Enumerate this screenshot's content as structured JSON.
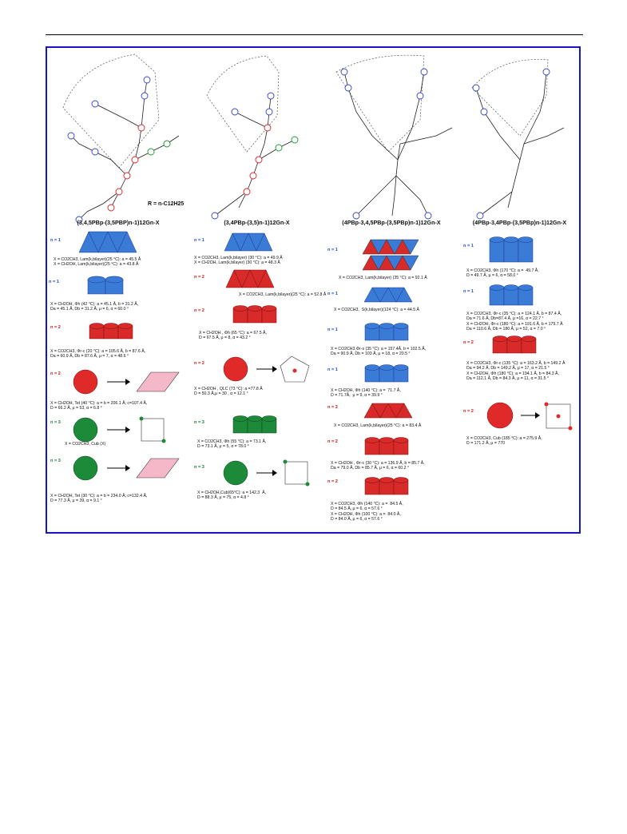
{
  "r_group": "R = n-C12H25",
  "columns": [
    {
      "title": "(3,4,5PBp-(3,5PBP)n-1)12Gn-X",
      "entries": [
        {
          "n": "n = 1",
          "color": "b",
          "shape": "tri-blue",
          "text": "X = CO2CH3, Lam(k,bilayer)(25 °C): a = 45.5 Å\nX = CH2OH, Lam(k,bilayer)(25 °C): a = 43.8 Å"
        },
        {
          "n": "n = 1",
          "color": "b",
          "shape": "col-blue",
          "text": "X = CH2OH, Φh (42 °C): a = 45.1 Å, b = 31.2 Å,\nDa = 45.1 Å, Db = 31.2 Å, μ = 6, α = 60.0 °"
        },
        {
          "n": "n = 2",
          "color": "r",
          "shape": "col-red",
          "text": "X = CO2CH3, Φr-c (20 °C): a = 105.6 Å, b = 87.6 Å,\nDa = 60.9 Å, Db = 87.6 Å, μ = 7, α = 48.6 °"
        },
        {
          "n": "n = 2",
          "color": "r",
          "shape": "sph-red-tet",
          "text": "X = CH2OH, Tet (40 °C): a = b = 206.1 Å; c=107.4 Å,\nD = 66.2 Å, μ = 53, α = 6.8 °"
        },
        {
          "n": "n = 3",
          "color": "g",
          "shape": "sph-green-cub",
          "text": "X = CO2CH3, Cub (X)"
        },
        {
          "n": "n = 3",
          "color": "g",
          "shape": "sph-green-tet",
          "text": "X = CH2OH, Tet (30 °C): a = b = 234.0 Å; c=132.4 Å,\nD = 77.3 Å, μ = 39, α = 9.1 °"
        }
      ]
    },
    {
      "title": "(3,4PBp-(3,5)n-1)12Gn-X",
      "entries": [
        {
          "n": "n = 1",
          "color": "b",
          "shape": "tri-blue",
          "text": "X = CO2CH3, Lam(k,bilayer) (30 °C): a = 49.9 Å\nX = CH2OH, Lam(k,bilayer) (30 °C): a = 48.3 Å"
        },
        {
          "n": "n = 2",
          "color": "r",
          "shape": "tri-red",
          "text": "X = CO2CH3, Lam(k,bilayer)(25 °C): a = 52.8 Å"
        },
        {
          "n": "n = 2",
          "color": "r",
          "shape": "col-red",
          "text": "X = CH2OH , Φh (65 °C): a = 67.5 Å,\nD = 67.5 Å, μ = 8, α = 43.2 °"
        },
        {
          "n": "n = 2",
          "color": "r",
          "shape": "sph-red-qlc",
          "text": "X = CH2OH , QLC (73 °C): a =77.8 Å\nD = 50.3 Å,μ = 30 , α = 12.1 °"
        },
        {
          "n": "n = 3",
          "color": "g",
          "shape": "col-green",
          "text": "X = CO2CH3, Φh (55 °C): a = 73.1 Å,\nD = 73.1 Å, μ = 5, α = 78.0 °"
        },
        {
          "n": "n = 3",
          "color": "g",
          "shape": "sph-green-cub",
          "text": "X = CH2OH,Cub(65°C): a = 142.3  Å,\nD = 88.3 Å, μ = 75, α = 4.8 °"
        }
      ]
    },
    {
      "title": "(4PBp-3,4,5PBp-(3,5PBp)n-1)12Gn-X",
      "entries": [
        {
          "n": "n = 1",
          "color": "b",
          "shape": "tri-mixed",
          "text": "X = CO2CH3, Lam(k,bilayer) (35 °C): a = 92.1 Å"
        },
        {
          "n": "n = 1",
          "color": "b",
          "shape": "tri-blue-small",
          "text": "X = CO2CH3,  S(k,bilayer)(124 °C): a = 44.5 Å"
        },
        {
          "n": "n = 1",
          "color": "b",
          "shape": "col-blue",
          "text": "X = CO2CH3,Φr-s (35 °C): a = 157.4Å, b = 102.5 Å,\nDa = 90.9 Å, Db = 103 Å, μ = 18, α = 20.5 °"
        },
        {
          "n": "n = 1",
          "color": "b",
          "shape": "col-blue",
          "text": "X = CH2OH, Φh (140 °C): a =  71.7 Å,\nD = 71.7Å,  μ = 9, α = 39.9 °"
        },
        {
          "n": "n = 2",
          "color": "r",
          "shape": "tri-red",
          "text": "X = CO2CH3, Lam(k,bilayer)(25 °C): a = 83.4 Å"
        },
        {
          "n": "n = 2",
          "color": "r",
          "shape": "col-red",
          "text": "X = CH2OH , Φr-c (30 °C): a = 136.9 Å, b = 85.7 Å,\nDa = 79.0 Å, Db = 85.7 Å, μ = 6, α = 60.2 °"
        },
        {
          "n": "n = 2",
          "color": "r",
          "shape": "col-red",
          "text": "X = CO2CH3, Φh (140 °C): a =  84.5 Å,\nD = 84.5 Å, μ = 6, α = 57.6 °\nX = CH2OH, Φh (100 °C): a =  84.0 Å,\nD = 84.0 Å, μ = 6, α = 57.6 °"
        }
      ]
    },
    {
      "title": "(4PBp-3,4PBp-(3,5PBp)n-1)12Gn-X",
      "entries": [
        {
          "n": "n = 1",
          "color": "b",
          "shape": "col-blue",
          "text": "X = CO2CH3, Φh (170 °C): a =  49.7 Å,\nD = 49.7 Å, μ = 6, α = 58.0 °"
        },
        {
          "n": "n = 1",
          "color": "b",
          "shape": "col-blue",
          "text": "X = CO2CH3, Φr-c (35 °C): a = 124.1 Å, b = 87.4 Å,\nDa = 71.6 Å, Db=87.4 Å, μ =16, α = 22.7 °\nX = CH2OH, Φr-c (180 °C): a = 191.6 Å, b = 179.7 Å\nDa = 110.6 Å, Db = 180 Å, μ = 52, α = 7.0 °"
        },
        {
          "n": "n = 2",
          "color": "r",
          "shape": "col-red",
          "text": "X = CO2CH3, Φr-c (135 °C): a = 163.2 Å, b = 149.2 Å\nDa = 94.2 Å, Db = 149.2 Å, μ = 17, α = 21.5 °\nX = CH2OH, Φh (180 °C): a = 194.1 Å, b = 84.3 Å,\nDa = 112.1 Å, Db = 84.3 Å, μ = 11, α = 31.5 °"
        },
        {
          "n": "n = 2",
          "color": "r",
          "shape": "sph-red-cub",
          "text": "X = CO2CH3, Cub (185 °C): a = 275.9 Å,\nD = 171.2 Å, μ = 770"
        }
      ]
    }
  ]
}
